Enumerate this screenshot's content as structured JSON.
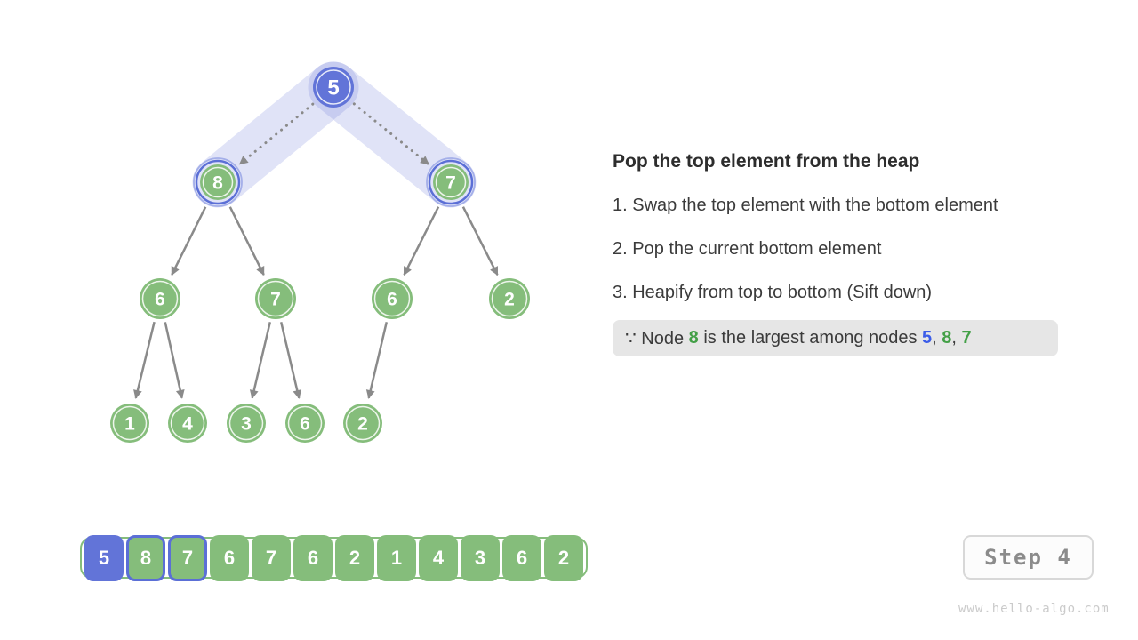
{
  "panel": {
    "title": "Pop the top element from the heap",
    "steps": [
      "1. Swap the top element with the bottom element",
      "2. Pop the current bottom element",
      "3. Heapify from top to bottom (Sift down)"
    ],
    "note_segments": [
      {
        "text": "∵ Node ",
        "color": "text"
      },
      {
        "text": "8",
        "color": "green"
      },
      {
        "text": " is the largest among nodes ",
        "color": "text"
      },
      {
        "text": "5",
        "color": "blue"
      },
      {
        "text": ", ",
        "color": "text"
      },
      {
        "text": "8",
        "color": "green"
      },
      {
        "text": ", ",
        "color": "text"
      },
      {
        "text": "7",
        "color": "green"
      }
    ]
  },
  "tree": {
    "nodes": [
      {
        "id": "root",
        "value": "5",
        "state": "popped"
      },
      {
        "id": "L",
        "value": "8",
        "state": "candidate"
      },
      {
        "id": "R",
        "value": "7",
        "state": "candidate"
      },
      {
        "id": "LL",
        "value": "6",
        "state": "normal"
      },
      {
        "id": "LR",
        "value": "7",
        "state": "normal"
      },
      {
        "id": "RL",
        "value": "6",
        "state": "normal"
      },
      {
        "id": "RR",
        "value": "2",
        "state": "normal"
      },
      {
        "id": "LLL",
        "value": "1",
        "state": "normal"
      },
      {
        "id": "LLR",
        "value": "4",
        "state": "normal"
      },
      {
        "id": "LRL",
        "value": "3",
        "state": "normal"
      },
      {
        "id": "LRR",
        "value": "6",
        "state": "normal"
      },
      {
        "id": "RLL",
        "value": "2",
        "state": "normal"
      }
    ],
    "edges": [
      [
        "L",
        "LL"
      ],
      [
        "L",
        "LR"
      ],
      [
        "R",
        "RL"
      ],
      [
        "R",
        "RR"
      ],
      [
        "LL",
        "LLL"
      ],
      [
        "LL",
        "LLR"
      ],
      [
        "LR",
        "LRL"
      ],
      [
        "LR",
        "LRR"
      ],
      [
        "RL",
        "RLL"
      ]
    ],
    "swap_links": [
      [
        "root",
        "L"
      ],
      [
        "root",
        "R"
      ]
    ]
  },
  "array": {
    "cells": [
      {
        "value": "5",
        "style": "popped"
      },
      {
        "value": "8",
        "style": "candidate"
      },
      {
        "value": "7",
        "style": "candidate"
      },
      {
        "value": "6",
        "style": "normal"
      },
      {
        "value": "7",
        "style": "normal"
      },
      {
        "value": "6",
        "style": "normal"
      },
      {
        "value": "2",
        "style": "normal"
      },
      {
        "value": "1",
        "style": "normal"
      },
      {
        "value": "4",
        "style": "normal"
      },
      {
        "value": "3",
        "style": "normal"
      },
      {
        "value": "6",
        "style": "normal"
      },
      {
        "value": "2",
        "style": "normal"
      }
    ]
  },
  "step_badge": {
    "label": "Step 4"
  },
  "watermark": "www.hello-algo.com",
  "colors": {
    "green": "#85bd7b",
    "blue": "#6274d8",
    "blue_ring": "#5b6fd6",
    "band": "rgba(98,116,216,0.20)",
    "edge": "#8a8a8a",
    "note_green": "#43a047",
    "note_blue": "#3b5ce8"
  }
}
